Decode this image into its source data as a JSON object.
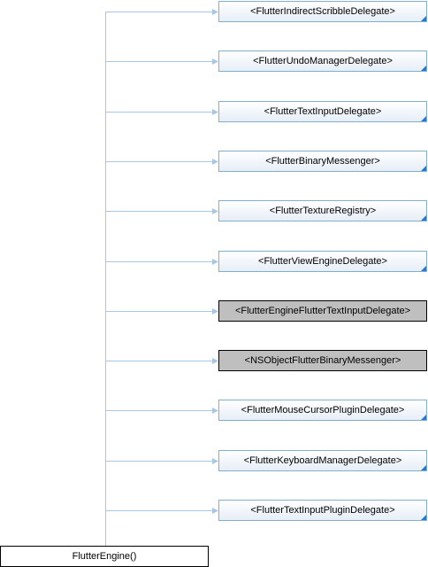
{
  "diagram": {
    "edge_color": "#a9c7e3",
    "protocol_border": "#84b0c7",
    "external_fill": "#bfbfbf",
    "corner_color": "#1e78e0",
    "main": {
      "label": "FlutterEngine()"
    },
    "protocols": [
      {
        "label": "<FlutterIndirectScribbleDelegate>",
        "external": false
      },
      {
        "label": "<FlutterUndoManagerDelegate>",
        "external": false
      },
      {
        "label": "<FlutterTextInputDelegate>",
        "external": false
      },
      {
        "label": "<FlutterBinaryMessenger>",
        "external": false
      },
      {
        "label": "<FlutterTextureRegistry>",
        "external": false
      },
      {
        "label": "<FlutterViewEngineDelegate>",
        "external": false
      },
      {
        "label": "<FlutterEngineFlutterTextInputDelegate>",
        "external": true
      },
      {
        "label": "<NSObjectFlutterBinaryMessenger>",
        "external": true
      },
      {
        "label": "<FlutterMouseCursorPluginDelegate>",
        "external": false
      },
      {
        "label": "<FlutterKeyboardManagerDelegate>",
        "external": false
      },
      {
        "label": "<FlutterTextInputPluginDelegate>",
        "external": false
      }
    ]
  }
}
